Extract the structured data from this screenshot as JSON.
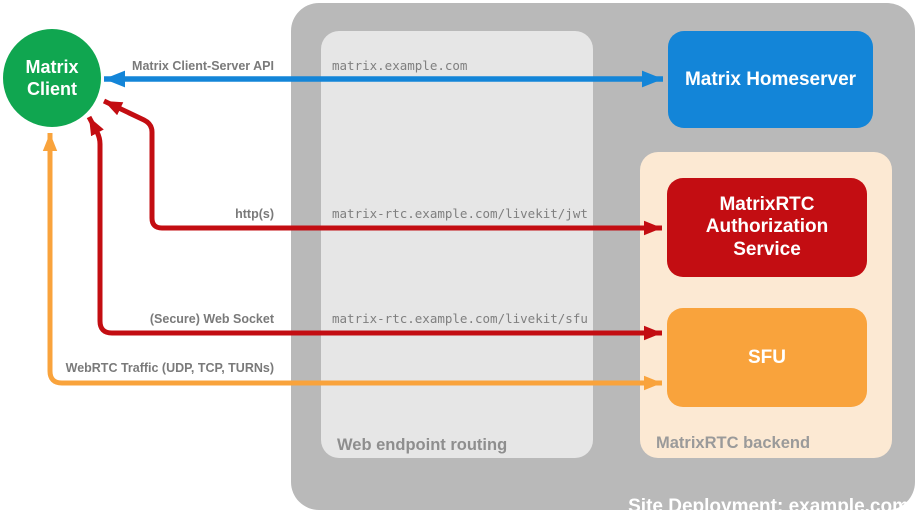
{
  "client": {
    "label": "Matrix Client"
  },
  "site": {
    "label": "Site Deployment: example.com"
  },
  "routing_box": {
    "label": "Web endpoint routing"
  },
  "backend_box": {
    "label": "MatrixRTC backend"
  },
  "nodes": {
    "homeserver": {
      "label": "Matrix Homeserver",
      "color": "#1385D8"
    },
    "auth_service": {
      "label": "MatrixRTC Authorization Service",
      "color": "#C30D12"
    },
    "sfu": {
      "label": "SFU",
      "color": "#F9A33C"
    }
  },
  "connections": {
    "client_server_api": {
      "label": "Matrix Client-Server API",
      "endpoint": "matrix.example.com",
      "color": "#1385D8"
    },
    "http": {
      "label": "http(s)",
      "endpoint": "matrix-rtc.example.com/livekit/jwt",
      "color": "#C30D12"
    },
    "websocket": {
      "label": "(Secure) Web Socket",
      "endpoint": "matrix-rtc.example.com/livekit/sfu",
      "color": "#C30D12"
    },
    "webrtc": {
      "label": "WebRTC Traffic (UDP, TCP, TURNs)",
      "color": "#F9A33C"
    }
  },
  "colors": {
    "client_green": "#10A650",
    "homeserver_blue": "#1385D8",
    "service_red": "#C30D12",
    "sfu_orange": "#F9A33C",
    "backend_bg": "#FCE9D3",
    "routing_bg": "#E6E6E6",
    "site_bg": "#B9B9B9",
    "label_gray": "#7A7A7A"
  }
}
